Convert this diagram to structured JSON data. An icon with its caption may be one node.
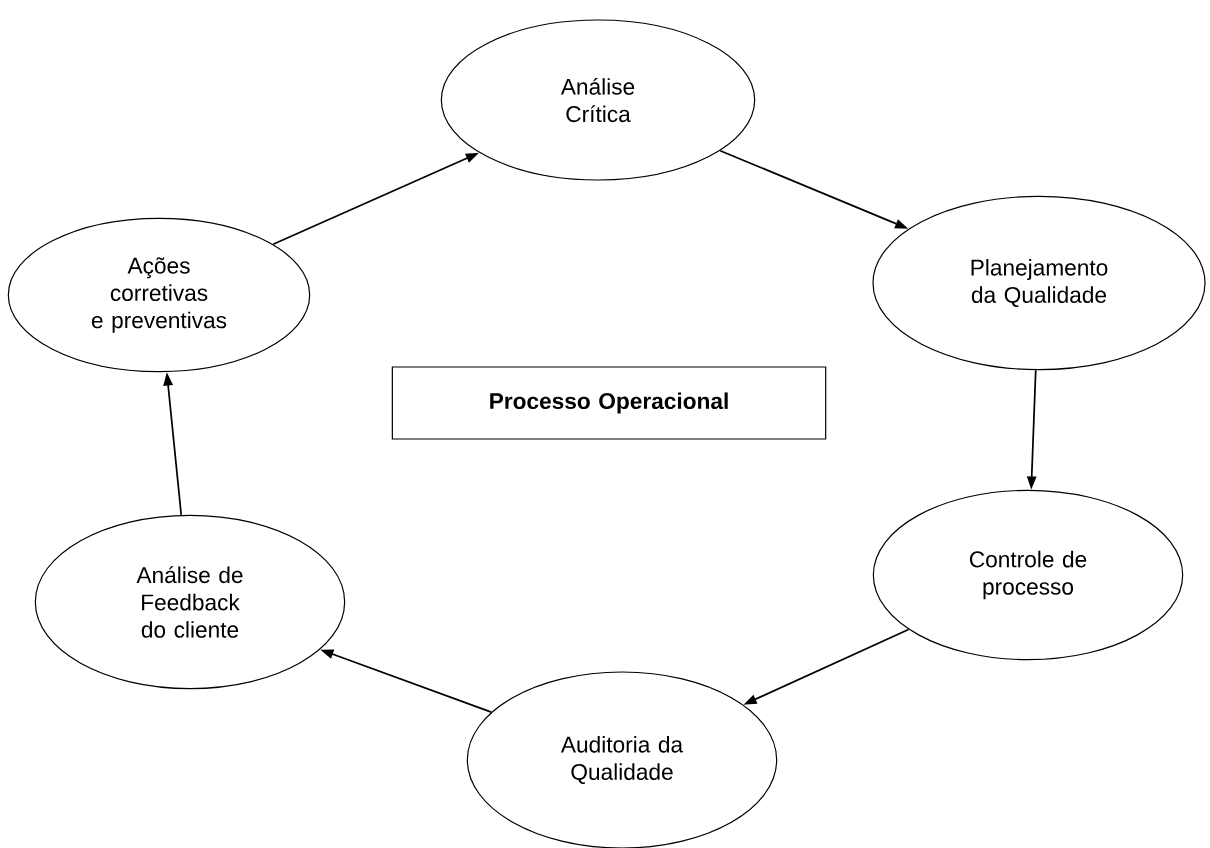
{
  "diagram": {
    "nodes": [
      {
        "text": [
          "Análise Crítica"
        ]
      },
      {
        "text": [
          "Planejamento da Qualidade"
        ]
      },
      {
        "text": [
          "Ações corretivas e preventivas"
        ]
      },
      {
        "text": [
          "Processo Operacional"
        ]
      },
      {
        "text": [
          "Controle de processo"
        ]
      },
      {
        "text": [
          "Análise de Feedback do cliente"
        ]
      },
      {
        "text": [
          "Auditoria da Qualidade"
        ]
      }
    ],
    "edges": [
      {
        "from": 2,
        "to": 0,
        "arrow": "to"
      },
      {
        "from": 0,
        "to": 1,
        "arrow": "to"
      },
      {
        "from": 1,
        "to": 4,
        "arrow": "to"
      },
      {
        "from": 4,
        "to": 6,
        "arrow": "to"
      },
      {
        "from": 6,
        "to": 5,
        "arrow": "to"
      },
      {
        "from": 5,
        "to": 2,
        "arrow": "to"
      }
    ]
  }
}
